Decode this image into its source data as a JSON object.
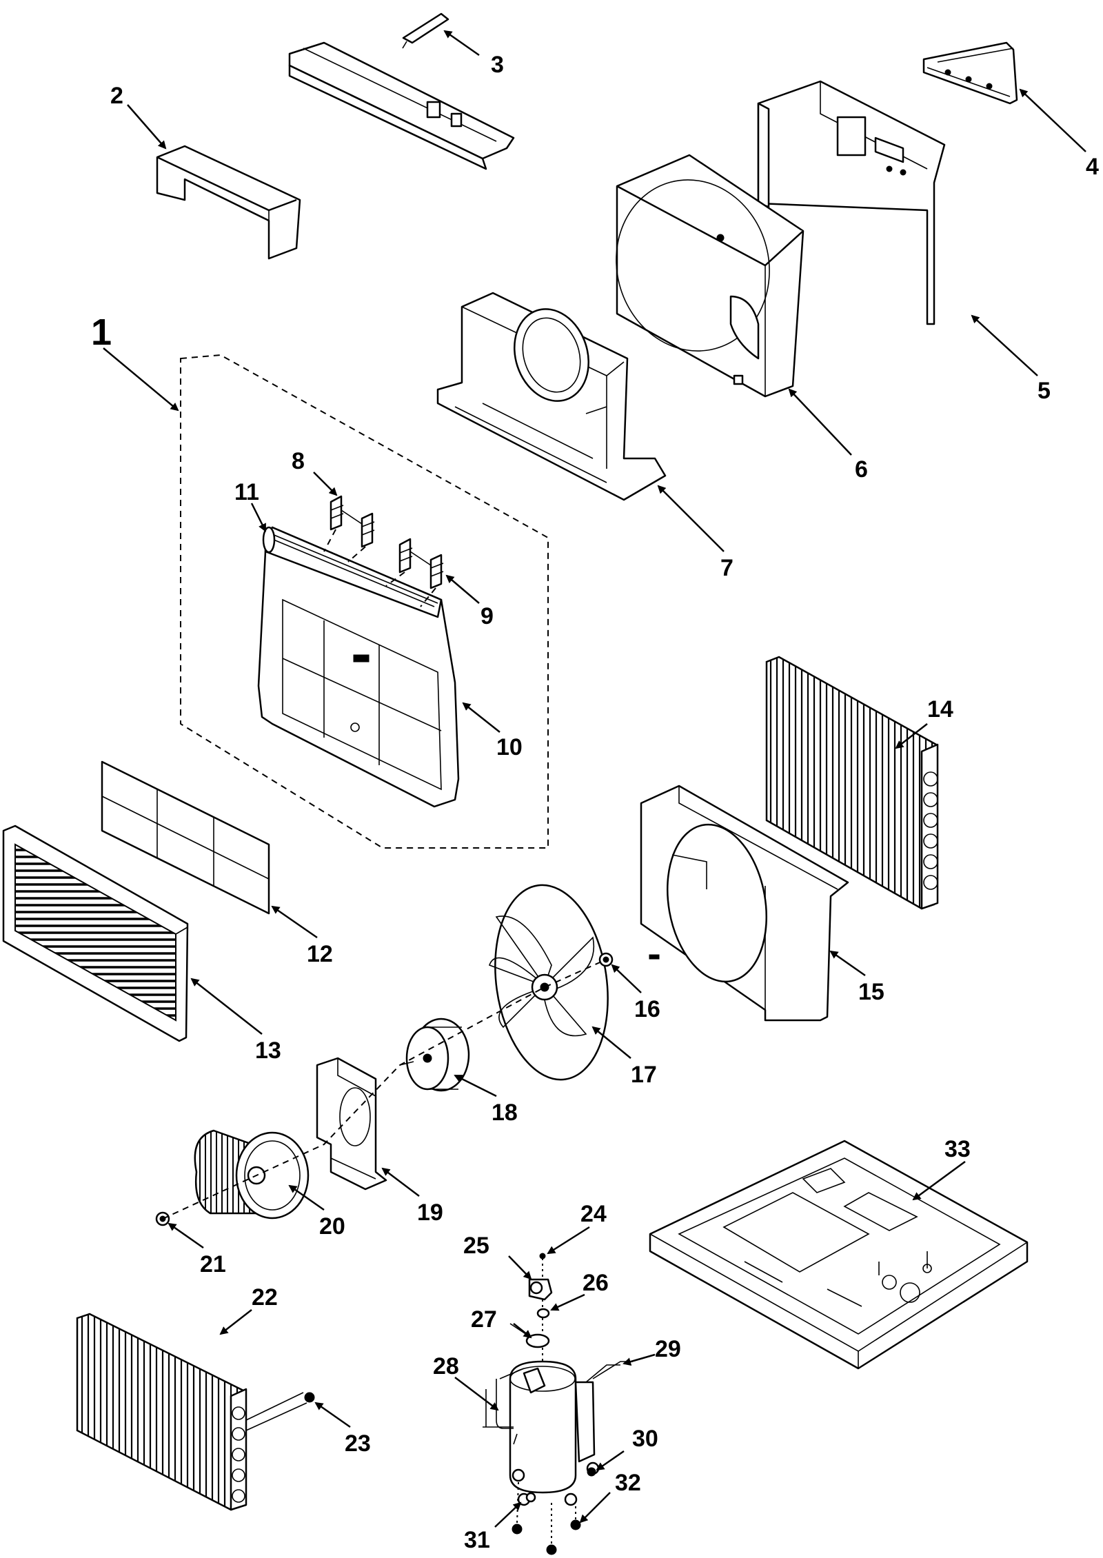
{
  "callouts": [
    {
      "id": "1",
      "label": "1"
    },
    {
      "id": "2",
      "label": "2"
    },
    {
      "id": "3",
      "label": "3"
    },
    {
      "id": "4",
      "label": "4"
    },
    {
      "id": "5",
      "label": "5"
    },
    {
      "id": "6",
      "label": "6"
    },
    {
      "id": "7",
      "label": "7"
    },
    {
      "id": "8",
      "label": "8"
    },
    {
      "id": "9",
      "label": "9"
    },
    {
      "id": "10",
      "label": "10"
    },
    {
      "id": "11",
      "label": "11"
    },
    {
      "id": "12",
      "label": "12"
    },
    {
      "id": "13",
      "label": "13"
    },
    {
      "id": "14",
      "label": "14"
    },
    {
      "id": "15",
      "label": "15"
    },
    {
      "id": "16",
      "label": "16"
    },
    {
      "id": "17",
      "label": "17"
    },
    {
      "id": "18",
      "label": "18"
    },
    {
      "id": "19",
      "label": "19"
    },
    {
      "id": "20",
      "label": "20"
    },
    {
      "id": "21",
      "label": "21"
    },
    {
      "id": "22",
      "label": "22"
    },
    {
      "id": "23",
      "label": "23"
    },
    {
      "id": "24",
      "label": "24"
    },
    {
      "id": "25",
      "label": "25"
    },
    {
      "id": "26",
      "label": "26"
    },
    {
      "id": "27",
      "label": "27"
    },
    {
      "id": "28",
      "label": "28"
    },
    {
      "id": "29",
      "label": "29"
    },
    {
      "id": "30",
      "label": "30"
    },
    {
      "id": "31",
      "label": "31"
    },
    {
      "id": "32",
      "label": "32"
    },
    {
      "id": "33",
      "label": "33"
    }
  ]
}
